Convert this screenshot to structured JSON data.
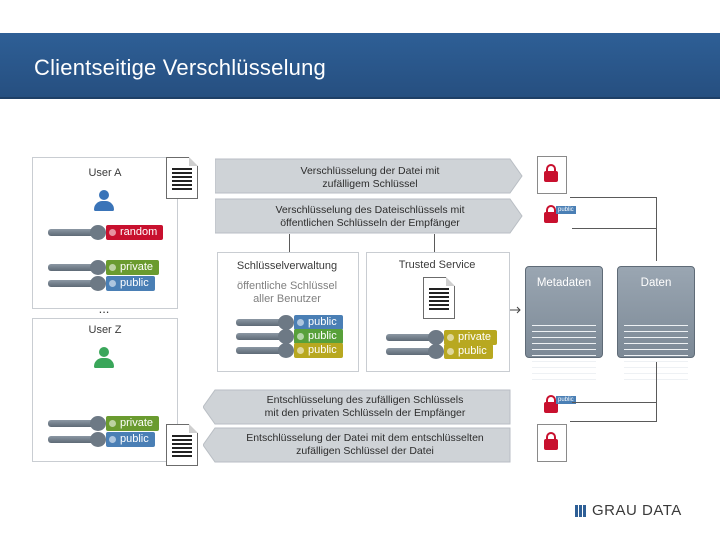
{
  "slide": {
    "title": "Clientseitige Verschlüsselung",
    "logo": "GRAU DATA"
  },
  "colors": {
    "titlebar": "#2e5f96",
    "lock": "#c8102e",
    "random": "#c8102e",
    "private": "#6a9b2f",
    "public": "#4a7fb5",
    "public_yellow": "#b8a820",
    "user_a": "#3a74b8",
    "user_z": "#3aa65a",
    "server": "#8895a2"
  },
  "users": {
    "a_label": "User A",
    "ellipsis": "...",
    "z_label": "User Z",
    "key_random": "random",
    "key_private": "private",
    "key_public": "public"
  },
  "steps": {
    "encrypt_file": "Verschlüsselung der Datei mit zufälligem Schlüssel",
    "encrypt_file_a": "Verschlüsselung der Datei mit",
    "encrypt_file_b": "zufälligem Schlüssel",
    "encrypt_key_a": "Verschlüsselung des Dateischlüssels mit",
    "encrypt_key_b": "öffentlichen Schlüsseln der Empfänger",
    "decrypt_key_a": "Entschlüsselung des zufälligen Schlüssels",
    "decrypt_key_b": "mit den privaten Schlüsseln der Empfänger",
    "decrypt_file_a": "Entschlüsselung der Datei mit dem entschlüsselten",
    "decrypt_file_b": "zufälligen Schlüssel der Datei"
  },
  "keymgmt": {
    "title": "Schlüsselverwaltung",
    "subtitle_a": "öffentliche Schlüssel",
    "subtitle_b": "aller Benutzer",
    "keys": [
      "public",
      "public",
      "public"
    ]
  },
  "trusted": {
    "title": "Trusted Service",
    "keys": [
      "private",
      "public"
    ]
  },
  "storage": {
    "metadata": "Metadaten",
    "data": "Daten"
  },
  "mini_tag": "public"
}
